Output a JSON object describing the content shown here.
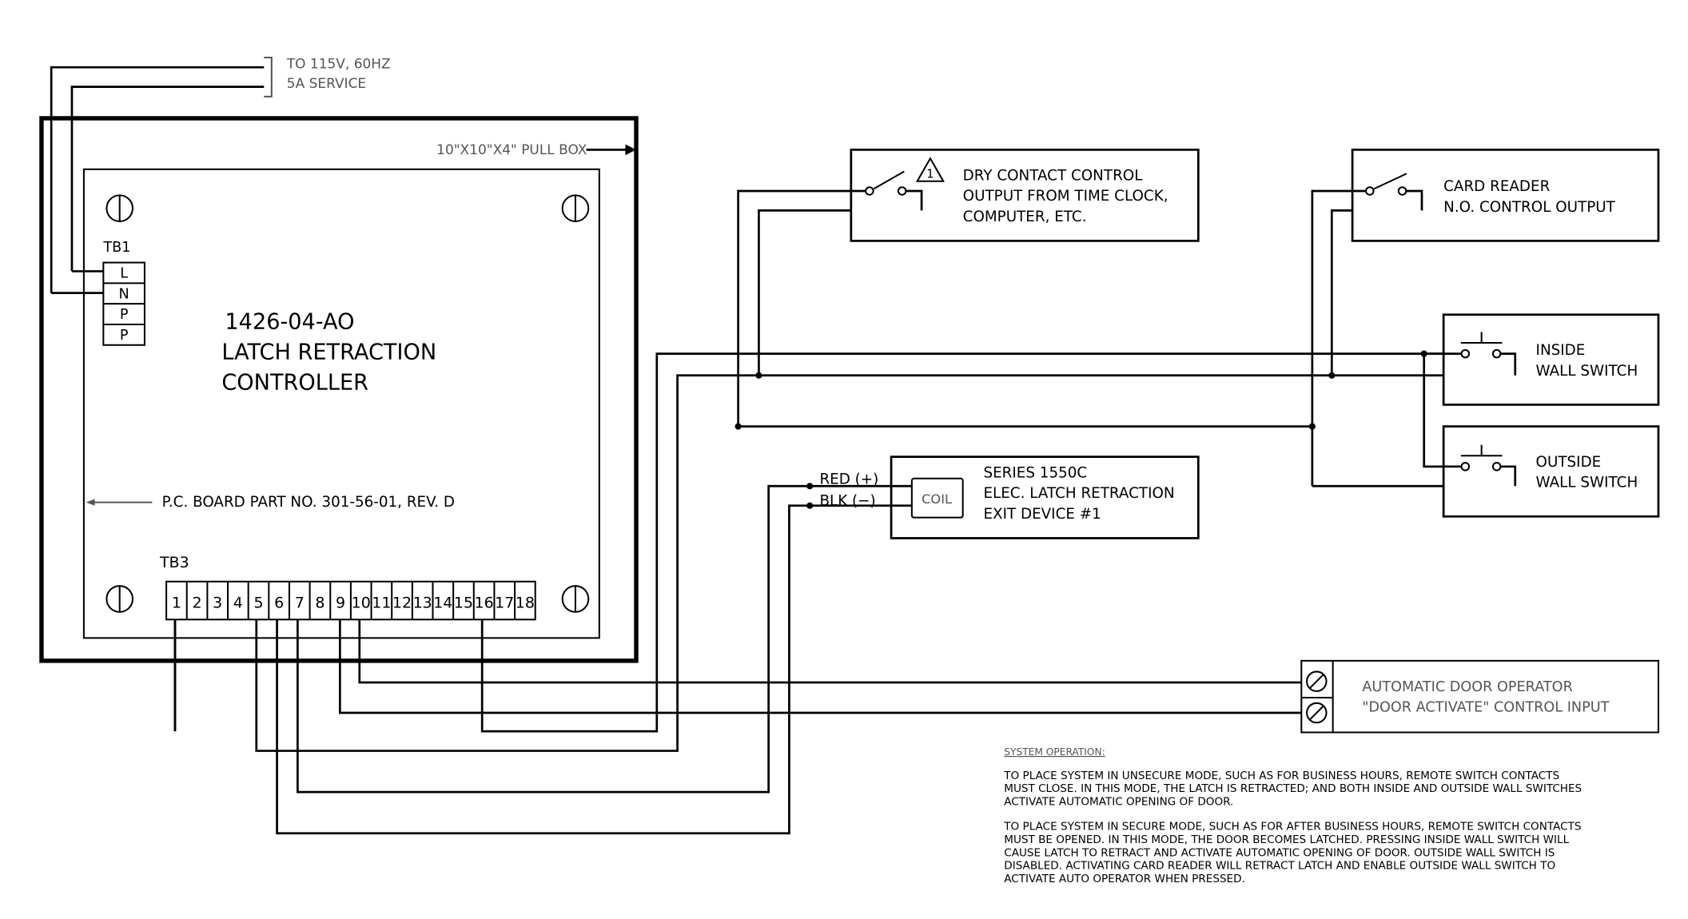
{
  "power": {
    "line1": "TO 115V, 60HZ",
    "line2": "5A SERVICE"
  },
  "pull_box_label": "10\"X10\"X4\" PULL BOX",
  "controller": {
    "line1": "1426-04-AO",
    "line2": "LATCH  RETRACTION",
    "line3": "CONTROLLER",
    "pcb": "P.C. BOARD PART NO. 301-56-01, REV. D"
  },
  "tb1": {
    "label": "TB1",
    "terminals": [
      "L",
      "N",
      "P",
      "P"
    ]
  },
  "tb3": {
    "label": "TB3",
    "terminals": [
      "1",
      "2",
      "3",
      "4",
      "5",
      "6",
      "7",
      "8",
      "9",
      "10",
      "11",
      "12",
      "13",
      "14",
      "15",
      "16",
      "17",
      "18"
    ]
  },
  "dry_contact": {
    "warning": "1",
    "line1": "DRY  CONTACT  CONTROL",
    "line2": "OUTPUT  FROM  TIME  CLOCK,",
    "line3": "COMPUTER,  ETC."
  },
  "card_reader": {
    "line1": "CARD  READER",
    "line2": "N.O.  CONTROL  OUTPUT"
  },
  "inside_switch": {
    "line1": "INSIDE",
    "line2": "WALL  SWITCH"
  },
  "outside_switch": {
    "line1": "OUTSIDE",
    "line2": "WALL  SWITCH"
  },
  "exit_device": {
    "red": "RED  (+)",
    "blk": "BLK  (−)",
    "coil": "COIL",
    "line1": "SERIES  1550C",
    "line2": "ELEC.  LATCH  RETRACTION",
    "line3": "EXIT  DEVICE  #1"
  },
  "door_operator": {
    "line1": "AUTOMATIC DOOR OPERATOR",
    "line2": "\"DOOR ACTIVATE\" CONTROL INPUT"
  },
  "notes": {
    "title": "SYSTEM OPERATION:",
    "p1": [
      "TO PLACE SYSTEM IN UNSECURE MODE, SUCH AS FOR BUSINESS HOURS, REMOTE SWITCH CONTACTS",
      "MUST CLOSE.  IN THIS MODE, THE LATCH IS RETRACTED; AND BOTH INSIDE AND OUTSIDE WALL SWITCHES",
      "ACTIVATE AUTOMATIC OPENING OF DOOR."
    ],
    "p2": [
      "TO PLACE SYSTEM IN SECURE MODE, SUCH AS FOR AFTER BUSINESS HOURS, REMOTE SWITCH CONTACTS",
      "MUST BE OPENED.  IN THIS MODE, THE DOOR BECOMES LATCHED.  PRESSING INSIDE WALL SWITCH WILL",
      "CAUSE LATCH TO RETRACT AND ACTIVATE AUTOMATIC OPENING OF DOOR.  OUTSIDE WALL SWITCH IS",
      "DISABLED.  ACTIVATING CARD READER WILL RETRACT LATCH AND ENABLE OUTSIDE WALL SWITCH TO",
      "ACTIVATE AUTO OPERATOR WHEN PRESSED."
    ]
  }
}
